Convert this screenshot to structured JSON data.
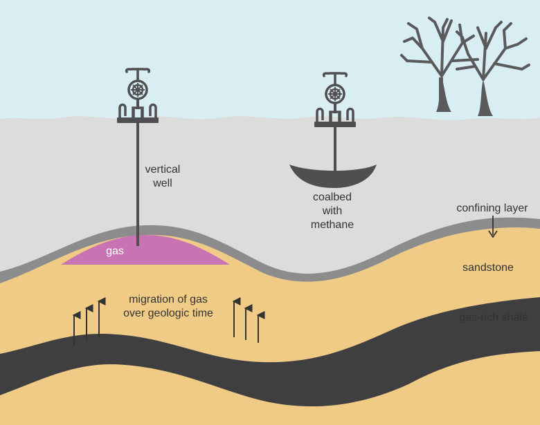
{
  "labels": {
    "vertical_well": [
      "vertical",
      "well"
    ],
    "coalbed": [
      "coalbed",
      "with",
      "methane"
    ],
    "confining_layer": "confining layer",
    "sandstone": "sandstone",
    "gas": "gas",
    "migration": [
      "migration of gas",
      "over geologic time"
    ],
    "shale": "gas-rich shale"
  },
  "colors": {
    "sky": "#d8eef3",
    "overburden": "#dcdcdc",
    "confining_layer": "#8c8c8c",
    "sandstone": "#efcb86",
    "shale": "#3f3f42",
    "gas_pocket": "#c873b4",
    "equipment": "#4f4f52",
    "text": "#333333"
  },
  "icons": {
    "well_1": "wellhead-icon",
    "well_2": "wellhead-icon",
    "trees": "tree-icon",
    "arrows": "arrow-up-icon"
  }
}
